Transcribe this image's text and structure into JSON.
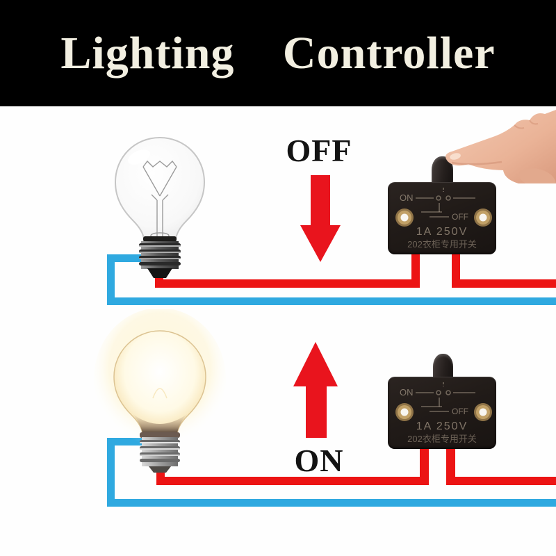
{
  "banner": {
    "title": "Lighting Controller"
  },
  "off_demo": {
    "state_label": "OFF",
    "arrow_direction": "down",
    "bulb_state": "off"
  },
  "on_demo": {
    "state_label": "ON",
    "arrow_direction": "up",
    "bulb_state": "on"
  },
  "switch": {
    "on_engraving": "ON",
    "off_engraving": "OFF",
    "rating": "1A 250V",
    "model": "202衣柜专用开关"
  },
  "colors": {
    "wire_live": "#ec1414",
    "wire_neutral": "#2fa9e0",
    "arrow_red": "#e9141d",
    "banner_bg": "#000000",
    "title_text": "#f2efe1",
    "switch_body": "#211b18"
  }
}
